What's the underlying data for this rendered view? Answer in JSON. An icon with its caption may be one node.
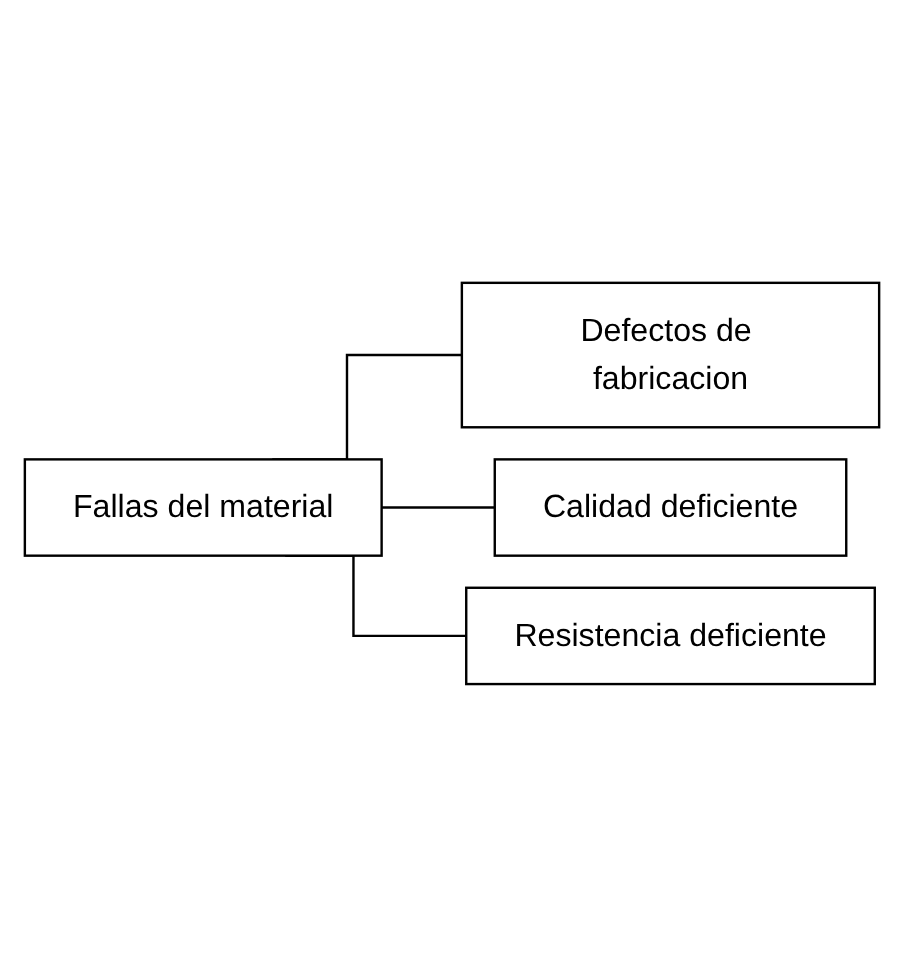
{
  "diagram": {
    "nodes": [
      {
        "text": [
          "Fallas del material"
        ]
      },
      {
        "text": [
          "Defectos de fabricacion"
        ]
      },
      {
        "text": [
          "Calidad deficiente"
        ]
      },
      {
        "text": [
          "Resistencia deficiente"
        ]
      }
    ],
    "edges": [
      {
        "from": 0,
        "to": 1,
        "arrow": "none"
      },
      {
        "from": 0,
        "to": 2,
        "arrow": "none"
      },
      {
        "from": 0,
        "to": 3,
        "arrow": "none"
      }
    ]
  }
}
